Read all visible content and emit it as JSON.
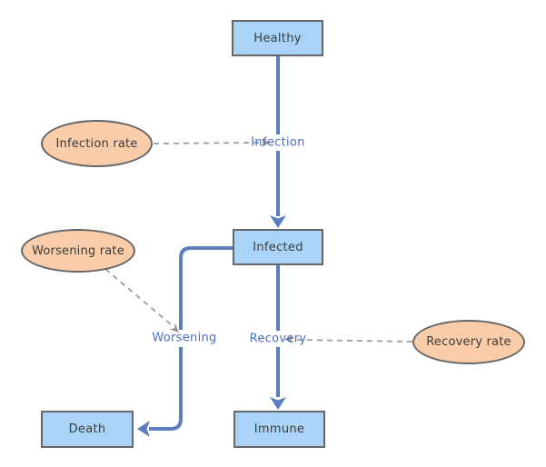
{
  "nodes": {
    "healthy": {
      "label": "Healthy"
    },
    "infected": {
      "label": "Infected"
    },
    "immune": {
      "label": "Immune"
    },
    "death": {
      "label": "Death"
    }
  },
  "rates": {
    "infection": {
      "label": "Infection rate"
    },
    "worsening": {
      "label": "Worsening rate"
    },
    "recovery": {
      "label": "Recovery rate"
    }
  },
  "flow_labels": {
    "infection": {
      "label": "Infection"
    },
    "worsening": {
      "label": "Worsening"
    },
    "recovery": {
      "label": "Recovery"
    }
  },
  "colors": {
    "node_fill": "#aad4f7",
    "node_border": "#666666",
    "rate_fill": "#f9cda9",
    "rate_border": "#666666",
    "flow_line": "#5c7ebf",
    "flow_label_text": "#4a6ec0",
    "connector_line": "#999999",
    "connector_arrow": "#949494",
    "shape_text": "#3b3b3b",
    "background": "#ffffff"
  }
}
